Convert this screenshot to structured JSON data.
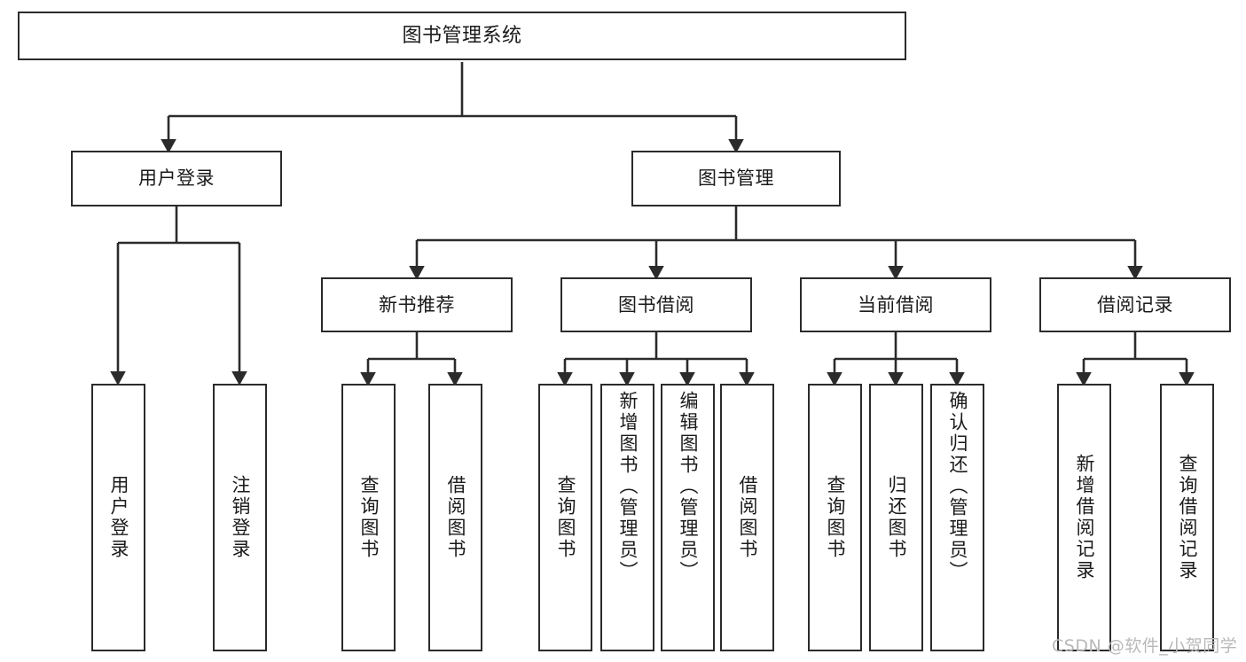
{
  "diagram": {
    "title": "图书管理系统",
    "type": "tree-hierarchy-chart",
    "root": {
      "id": "root",
      "label": "图书管理系统"
    },
    "level1": [
      {
        "id": "user-login",
        "label": "用户登录"
      },
      {
        "id": "book-manage",
        "label": "图书管理"
      }
    ],
    "level2": [
      {
        "id": "new-book-recommend",
        "label": "新书推荐",
        "parent": "book-manage"
      },
      {
        "id": "book-borrow",
        "label": "图书借阅",
        "parent": "book-manage"
      },
      {
        "id": "current-borrow",
        "label": "当前借阅",
        "parent": "book-manage"
      },
      {
        "id": "borrow-record",
        "label": "借阅记录",
        "parent": "book-manage"
      }
    ],
    "leaves": [
      {
        "id": "leaf-user-login",
        "label": "用户登录",
        "parent": "user-login"
      },
      {
        "id": "leaf-logout-login",
        "label": "注销登录",
        "parent": "user-login"
      },
      {
        "id": "leaf-query-book-1",
        "label": "查询图书",
        "parent": "new-book-recommend"
      },
      {
        "id": "leaf-borrow-book-1",
        "label": "借阅图书",
        "parent": "new-book-recommend"
      },
      {
        "id": "leaf-query-book-2",
        "label": "查询图书",
        "parent": "book-borrow"
      },
      {
        "id": "leaf-add-book",
        "label": "新增图书（管理员）",
        "parent": "book-borrow"
      },
      {
        "id": "leaf-edit-book",
        "label": "编辑图书（管理员）",
        "parent": "book-borrow"
      },
      {
        "id": "leaf-borrow-book-2",
        "label": "借阅图书",
        "parent": "book-borrow"
      },
      {
        "id": "leaf-query-book-3",
        "label": "查询图书",
        "parent": "current-borrow"
      },
      {
        "id": "leaf-return-book",
        "label": "归还图书",
        "parent": "current-borrow"
      },
      {
        "id": "leaf-confirm-return",
        "label": "确认归还（管理员）",
        "parent": "current-borrow"
      },
      {
        "id": "leaf-add-record",
        "label": "新增借阅记录",
        "parent": "borrow-record"
      },
      {
        "id": "leaf-query-record",
        "label": "查询借阅记录",
        "parent": "borrow-record"
      }
    ],
    "colors": {
      "box_border": "#2b2b2b",
      "box_fill": "#ffffff",
      "edge": "#2b2b2b",
      "text": "#1a1a1a",
      "background": "#ffffff",
      "watermark": "#b9b9b9"
    }
  },
  "watermark": {
    "text": "CSDN @软件_小贺同学"
  }
}
